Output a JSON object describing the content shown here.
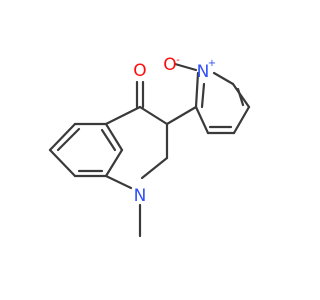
{
  "molecule": {
    "atoms": {
      "carbonyl_oxygen": {
        "element": "O",
        "label": "O",
        "color": "#ff0d0d"
      },
      "n_oxide_nitrogen": {
        "element": "N",
        "label": "N",
        "charge": "+",
        "color": "#3050f8"
      },
      "n_oxide_oxygen": {
        "element": "O",
        "label": "O",
        "charge": "-",
        "color": "#ff0d0d"
      },
      "amine_nitrogen": {
        "element": "N",
        "label": "N",
        "color": "#3050f8"
      }
    },
    "colors": {
      "bond": "#3a3a3a",
      "oxygen": "#ff0d0d",
      "nitrogen": "#3050f8",
      "background": "#ffffff"
    }
  }
}
